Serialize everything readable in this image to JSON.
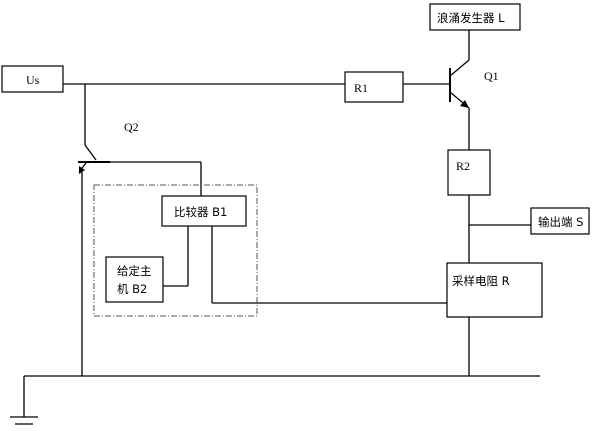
{
  "components": {
    "us": "Us",
    "r1": "R1",
    "q1": "Q1",
    "q2": "Q2",
    "surge_generator": "浪涌发生器 L",
    "r2": "R2",
    "output_terminal": "输出端 S",
    "comparator": "比较器 B1",
    "setpoint_host_line1": "给定主",
    "setpoint_host_line2": "机 B2",
    "sampling_resistor": "采样电阻 R"
  }
}
